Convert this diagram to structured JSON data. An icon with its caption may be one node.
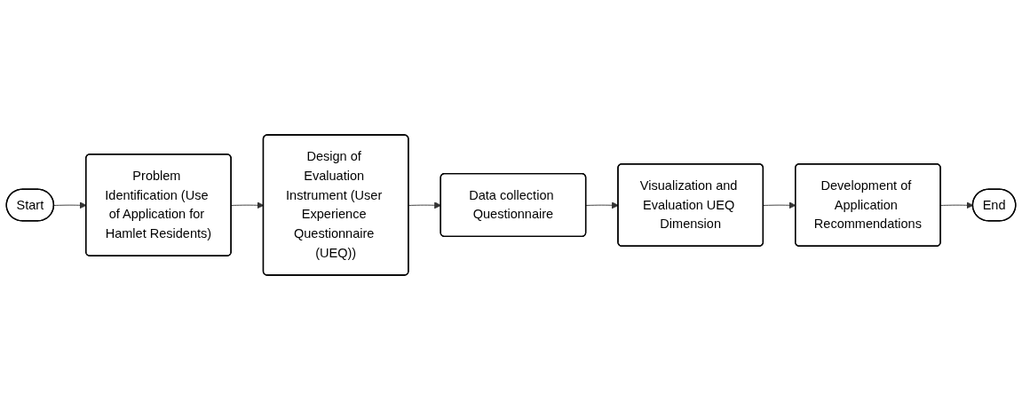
{
  "diagram": {
    "nodes": [
      {
        "text": [
          "Start"
        ]
      },
      {
        "text": [
          "Problem Identification (Use of Application for Hamlet Residents)"
        ]
      },
      {
        "text": [
          "Design of Evaluation Instrument (User Experience Questionnaire (UEQ))"
        ]
      },
      {
        "text": [
          "Data collection Questionnaire"
        ]
      },
      {
        "text": [
          "Visualization and Evaluation UEQ Dimension"
        ]
      },
      {
        "text": [
          "Development of Application Recommendations"
        ]
      },
      {
        "text": [
          "End"
        ]
      }
    ],
    "edges": [
      {
        "from": 0,
        "to": 1,
        "arrow": "to"
      },
      {
        "from": 1,
        "to": 2,
        "arrow": "to"
      },
      {
        "from": 2,
        "to": 3,
        "arrow": "to"
      },
      {
        "from": 3,
        "to": 4,
        "arrow": "to"
      },
      {
        "from": 4,
        "to": 5,
        "arrow": "to"
      },
      {
        "from": 5,
        "to": 6,
        "arrow": "to"
      }
    ]
  }
}
